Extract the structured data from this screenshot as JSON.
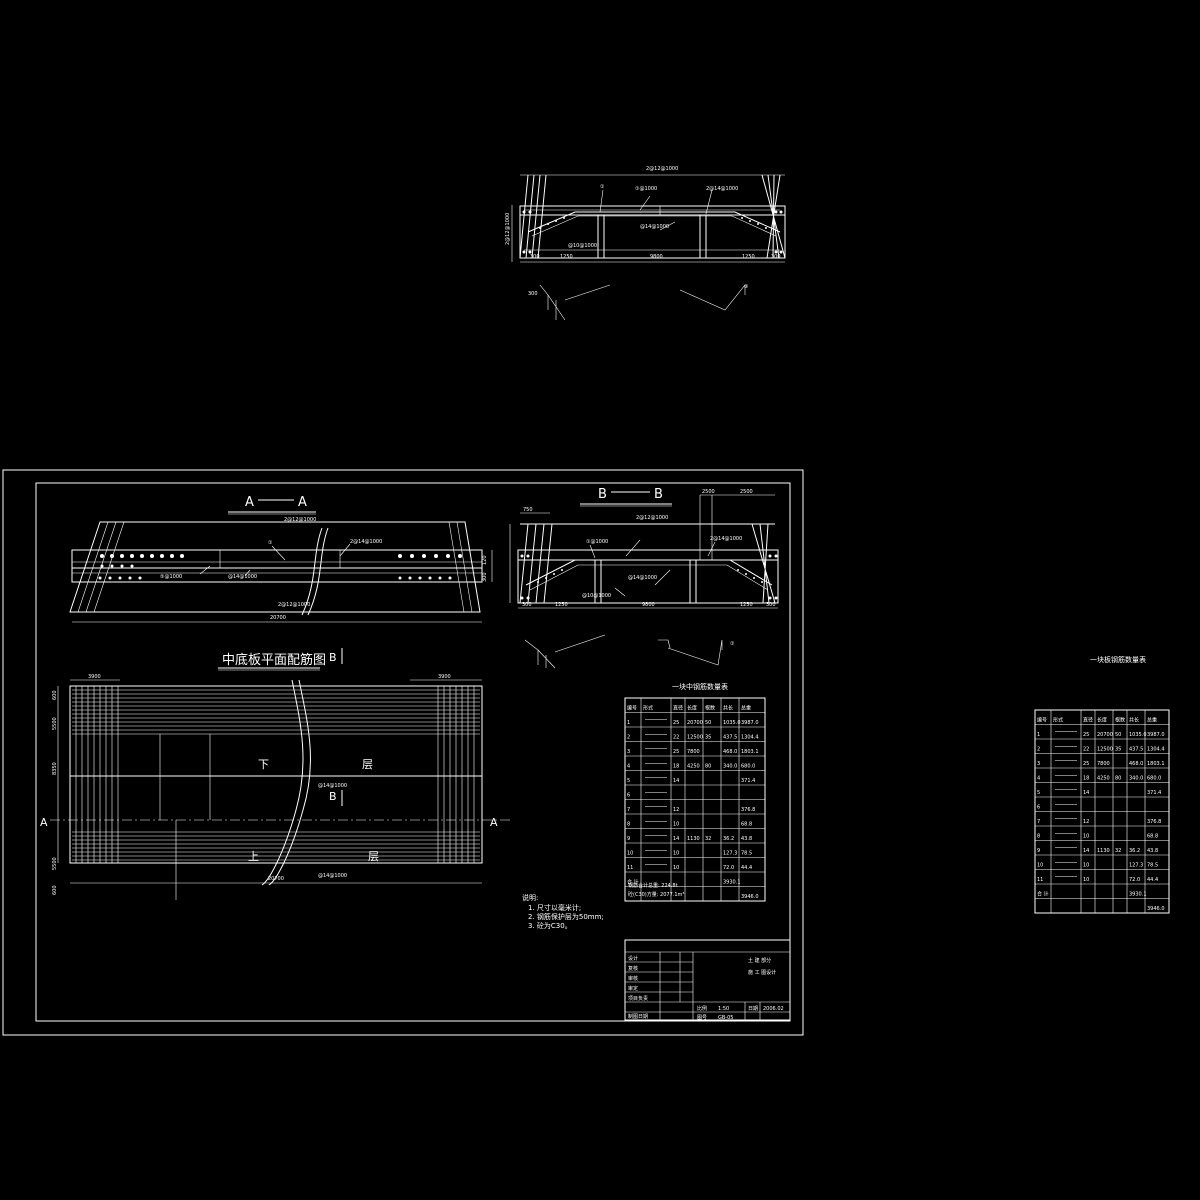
{
  "top_detail": {
    "dims": {
      "top": "2@12@1000",
      "bottom_left": "300",
      "bottom_mid1": "1250",
      "bottom_mid2": "9800",
      "bottom_mid3": "1250",
      "bottom_right": "300"
    },
    "callouts": [
      "①",
      "④",
      "⑤",
      "③"
    ],
    "rebar_labels": {
      "a": "2@12@1000",
      "b": "①@1000",
      "c": "2@14@1000",
      "d": "@14@1000",
      "e": "@10@1000"
    }
  },
  "section_aa": {
    "title_left": "A",
    "title_right": "A",
    "labels": {
      "top": "2@12@1000",
      "mid1": "①",
      "mid2": "2@14@1000",
      "mid3": "⑤@1000",
      "mid4": "@14@1000",
      "bottom": "2@12@1000"
    },
    "dim_bottom": "20700",
    "dim_right_top": "120",
    "dim_right_bot": "300"
  },
  "section_bb": {
    "title_left": "B",
    "title_right": "B",
    "dims_top": [
      "750",
      "2500",
      "2500"
    ],
    "dims_bottom": [
      "300",
      "1250",
      "9800",
      "1250",
      "300"
    ],
    "labels": {
      "top": "2@12@1000",
      "mid": "①@1000",
      "mid2": "2@14@1000",
      "bottom1": "@10@1000",
      "bottom2": "@14@1000"
    }
  },
  "plan": {
    "title": "中底板平面配筋图",
    "section_marks": {
      "a_left": "A",
      "a_right": "A",
      "b_top": "B",
      "b_bottom": "B"
    },
    "dims_top": [
      "3900",
      "3900"
    ],
    "lower_layer": "下",
    "lower_layer2": "层",
    "upper_layer": "上",
    "upper_layer2": "层",
    "rebar_mid": "@14@1000",
    "rebar_bot": "@14@1000",
    "dim_bottom": "20700",
    "left_dims": [
      "600",
      "5500",
      "8350",
      "5500",
      "600"
    ]
  },
  "notes": {
    "heading": "说明:",
    "items": [
      "1. 尺寸以毫米计;",
      "2. 钢筋保护层为50mm;",
      "3. 砼为C30。"
    ]
  },
  "table_main": {
    "title": "一块中钢筋数量表",
    "headers": [
      "编号",
      "形式",
      "直径",
      "长度",
      "根数",
      "共长",
      "总重"
    ],
    "rows": [
      [
        "1",
        "",
        "25",
        "20700",
        "50",
        "1035.0",
        "3987.0"
      ],
      [
        "2",
        "",
        "22",
        "12500",
        "35",
        "437.5",
        "1304.4"
      ],
      [
        "3",
        "",
        "25",
        "7800",
        "",
        "468.0",
        "1803.1"
      ],
      [
        "4",
        "",
        "18",
        "4250",
        "80",
        "340.0",
        "680.0"
      ],
      [
        "5",
        "",
        "14",
        "",
        "",
        "",
        "371.4"
      ],
      [
        "6",
        "",
        "",
        "",
        "",
        "",
        ""
      ],
      [
        "7",
        "",
        "12",
        "",
        "",
        "",
        "376.8"
      ],
      [
        "8",
        "",
        "10",
        "",
        "",
        "",
        "68.8"
      ],
      [
        "9",
        "",
        "14",
        "1130",
        "32",
        "36.2",
        "43.8"
      ],
      [
        "10",
        "",
        "10",
        "",
        "",
        "127.3",
        "78.5"
      ],
      [
        "11",
        "",
        "10",
        "",
        "",
        "72.0",
        "44.4"
      ]
    ],
    "total_label": "合  计",
    "totals": [
      "",
      "3930.1",
      "3946.0"
    ],
    "footnotes": [
      "钢筋合计总重: 224.8t",
      "砼(C30)方量: 2077.1m³"
    ]
  },
  "titleblock": {
    "rows": [
      "设计",
      "复核",
      "审核",
      "审定",
      "项目负责",
      "制图日期"
    ],
    "project1": "土  建  部分",
    "project2": "施  工  图设计",
    "scale_label": "比例",
    "scale": "1:50",
    "date_label": "日期",
    "date": "2006.02",
    "drawing_no_label": "图号",
    "drawing_no": "GB-05"
  },
  "table_right": {
    "title": "一块板钢筋数量表",
    "headers": [
      "编号",
      "形式",
      "直径",
      "长度",
      "根数",
      "共长",
      "总重"
    ],
    "rows": [
      [
        "1",
        "",
        "25",
        "20700",
        "50",
        "1035.0",
        "3987.0"
      ],
      [
        "2",
        "",
        "22",
        "12500",
        "35",
        "437.5",
        "1304.4"
      ],
      [
        "3",
        "",
        "25",
        "7800",
        "",
        "468.0",
        "1803.1"
      ],
      [
        "4",
        "",
        "18",
        "4250",
        "80",
        "340.0",
        "680.0"
      ],
      [
        "5",
        "",
        "14",
        "",
        "",
        "",
        "371.4"
      ],
      [
        "6",
        "",
        "",
        "",
        "",
        "",
        ""
      ],
      [
        "7",
        "",
        "12",
        "",
        "",
        "",
        "376.8"
      ],
      [
        "8",
        "",
        "10",
        "",
        "",
        "",
        "68.8"
      ],
      [
        "9",
        "",
        "14",
        "1130",
        "32",
        "36.2",
        "43.8"
      ],
      [
        "10",
        "",
        "10",
        "",
        "",
        "127.3",
        "78.5"
      ],
      [
        "11",
        "",
        "10",
        "",
        "",
        "72.0",
        "44.4"
      ]
    ],
    "total_label": "合  计",
    "totals": [
      "",
      "3930.1",
      "3946.0"
    ]
  }
}
